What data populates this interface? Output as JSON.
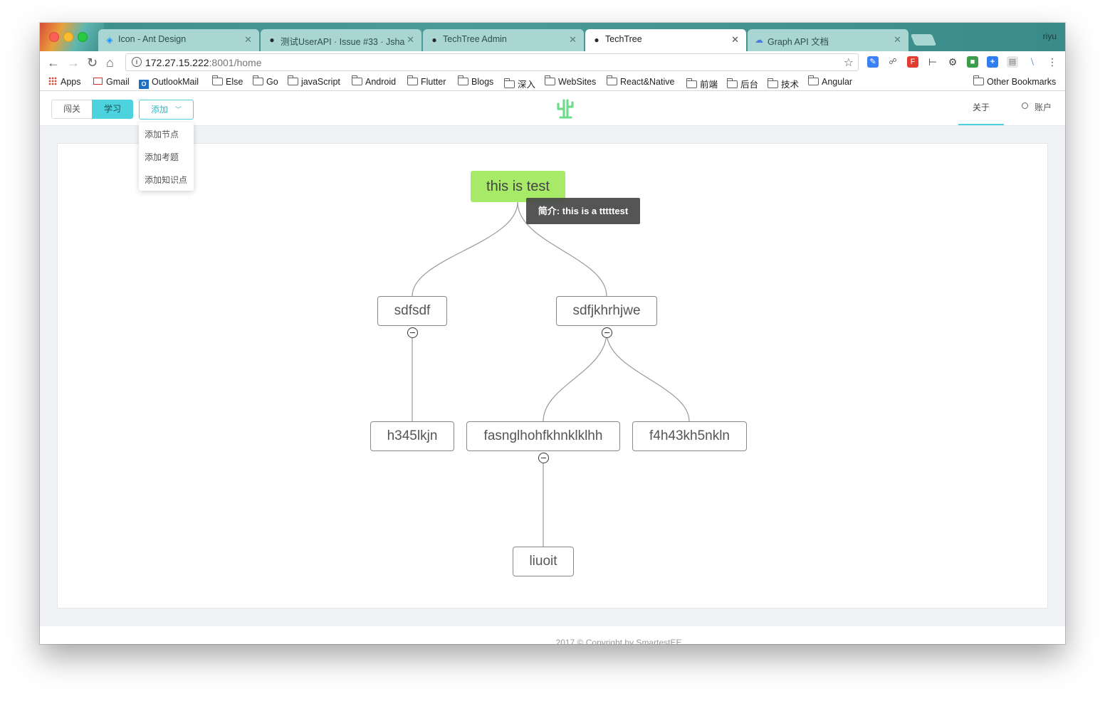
{
  "browser": {
    "tabs": [
      {
        "title": "Icon - Ant Design",
        "icon": "ant-design-icon"
      },
      {
        "title": "测试UserAPI · Issue #33 · Jsha",
        "icon": "github-icon"
      },
      {
        "title": "TechTree Admin",
        "icon": "github-icon"
      },
      {
        "title": "TechTree",
        "icon": "github-icon",
        "active": true
      },
      {
        "title": "Graph API 文档",
        "icon": "cloud-icon"
      }
    ],
    "profile_name": "riyu",
    "url_host": "172.27.15.222",
    "url_rest": ":8001/home",
    "bookmarks": [
      "Apps",
      "Gmail",
      "OutlookMail",
      "Else",
      "Go",
      "javaScript",
      "Android",
      "Flutter",
      "Blogs",
      "深入",
      "WebSites",
      "React&Native",
      "前端",
      "后台",
      "技术",
      "Angular"
    ],
    "other_bookmarks": "Other Bookmarks"
  },
  "header": {
    "segments": [
      "闯关",
      "学习"
    ],
    "active_segment": "学习",
    "add_label": "添加",
    "nav": {
      "about": "关于",
      "account": "账户"
    },
    "accent_color": "#4dd3de"
  },
  "dropdown": {
    "items": [
      "添加节点",
      "添加考题",
      "添加知识点"
    ]
  },
  "tree": {
    "root": "this is test",
    "tooltip": "简介: this is a tttttest",
    "nodes": {
      "left_child": "sdfsdf",
      "right_child": "sdfjkhrhjwe",
      "left_grandchild": "h345lkjn",
      "middle_grandchild": "fasnglhohfkhnklklhh",
      "right_grandchild": "f4h43kh5nkln",
      "leaf": "liuoit"
    },
    "root_color": "#a6ea68"
  },
  "footer": {
    "copyright": "2017 © Copyright by SmartestEE"
  }
}
